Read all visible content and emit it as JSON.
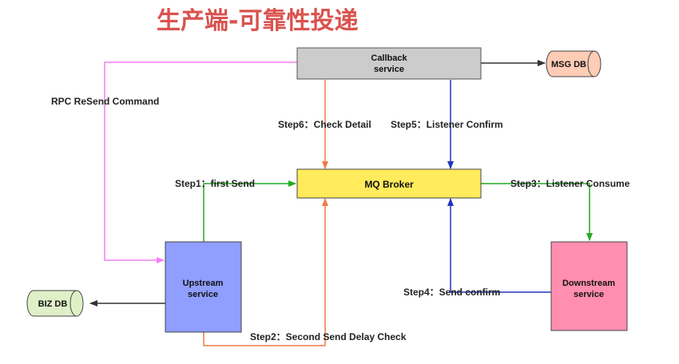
{
  "title": "生产端-可靠性投递",
  "nodes": {
    "callback": {
      "line1": "Callback",
      "line2": "service",
      "fill": "#cccccc"
    },
    "msg_db": {
      "label": "MSG DB",
      "fill": "#ffccb5"
    },
    "mq_broker": {
      "label": "MQ Broker",
      "fill": "#ffeb5b"
    },
    "upstream": {
      "line1": "Upstream",
      "line2": "service",
      "fill": "#8f9eff"
    },
    "downstream": {
      "line1": "Downstream",
      "line2": "service",
      "fill": "#ff8eb0"
    },
    "biz_db": {
      "label": "BIZ DB",
      "fill": "#dff0c8"
    }
  },
  "edges": {
    "rpc_resend": {
      "label": "RPC ReSend Command",
      "color": "#f27ff2"
    },
    "step1": {
      "label": "Step1：first Send",
      "color": "#22aa22"
    },
    "step2": {
      "label": "Step2：Second Send Delay Check",
      "color": "#f07a4a"
    },
    "step3": {
      "label": "Step3：Listener Consume",
      "color": "#22aa22"
    },
    "step4": {
      "label": "Step4：Send confirm",
      "color": "#2233bb"
    },
    "step5": {
      "label": "Step5：Listener Confirm",
      "color": "#2233bb"
    },
    "step6": {
      "label": "Step6：Check Detail",
      "color": "#f07a4a"
    }
  }
}
